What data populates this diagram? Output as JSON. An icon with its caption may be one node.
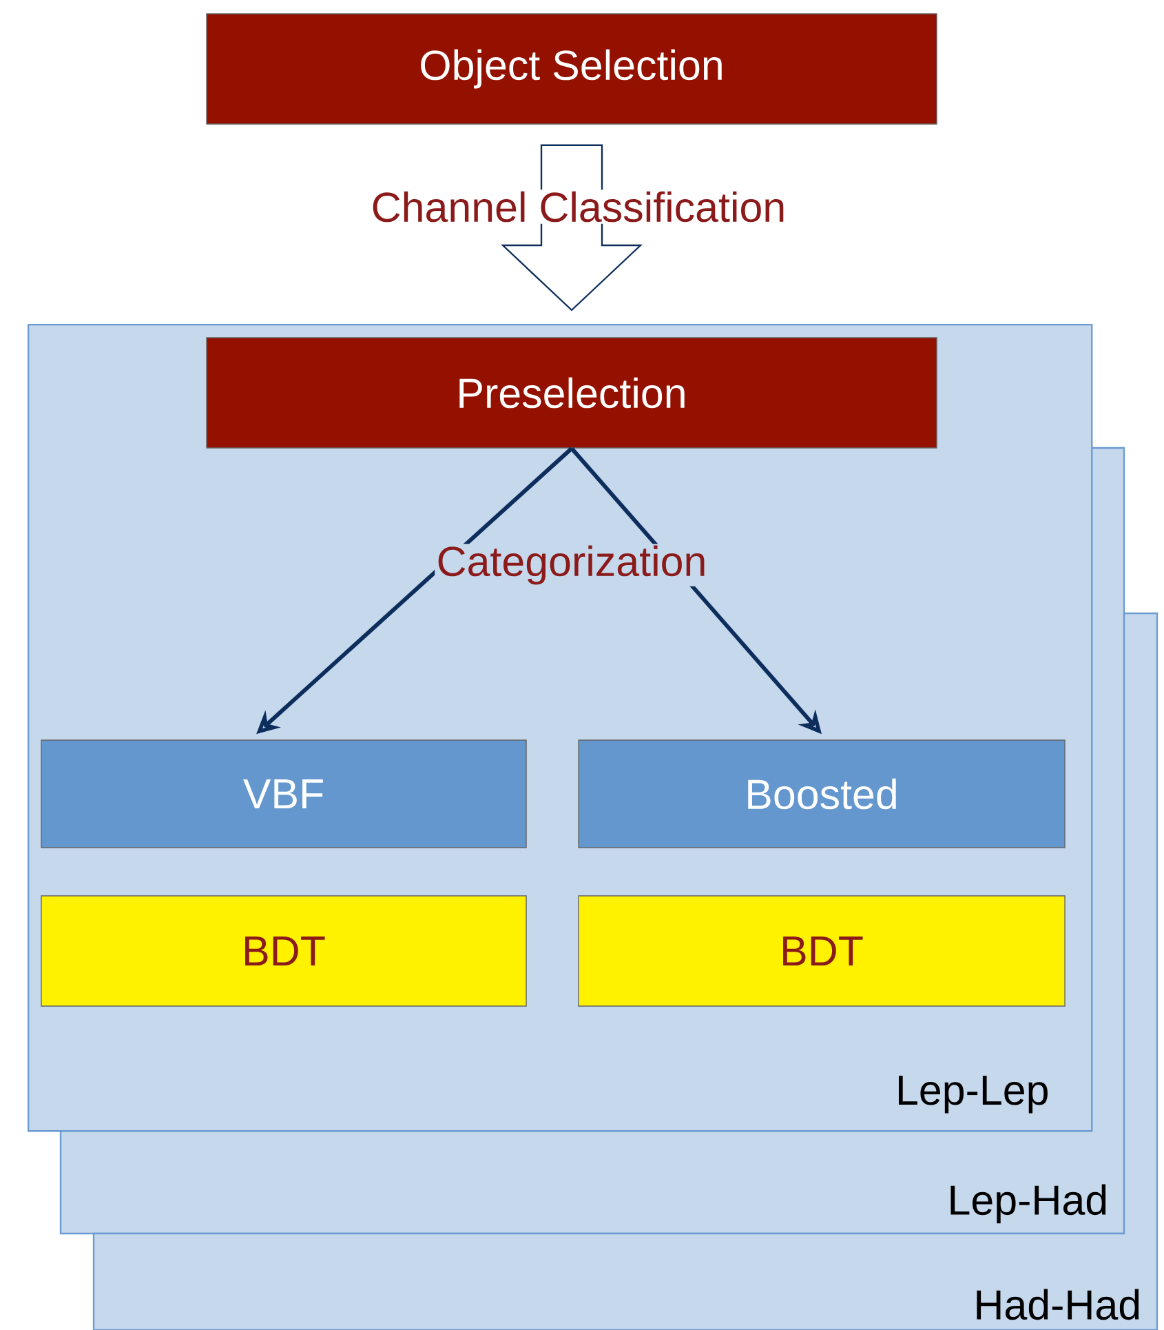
{
  "diagram": {
    "nodes": [
      {
        "text": [
          "Object Selection"
        ]
      },
      {
        "text": [
          "Lep-Lep"
        ]
      },
      {
        "text": [
          "Preselection"
        ],
        "in": 1
      },
      {
        "text": [
          "VBF"
        ],
        "in": 1
      },
      {
        "text": [
          "Boosted"
        ],
        "in": 1
      },
      {
        "text": [
          "BDT"
        ],
        "in": 1
      },
      {
        "text": [
          "BDT"
        ],
        "in": 1
      },
      {
        "text": [
          "Lep-Had"
        ]
      },
      {
        "text": [
          "Had-Had"
        ]
      }
    ],
    "edges": [
      {
        "from": 0,
        "to": 1,
        "arrow": "to",
        "label": "Channel Classification",
        "style": "thick"
      },
      {
        "from": 2,
        "to": 3,
        "arrow": "to"
      },
      {
        "from": 2,
        "to": 4,
        "arrow": "to"
      }
    ],
    "labels": [
      "Categorization"
    ]
  }
}
